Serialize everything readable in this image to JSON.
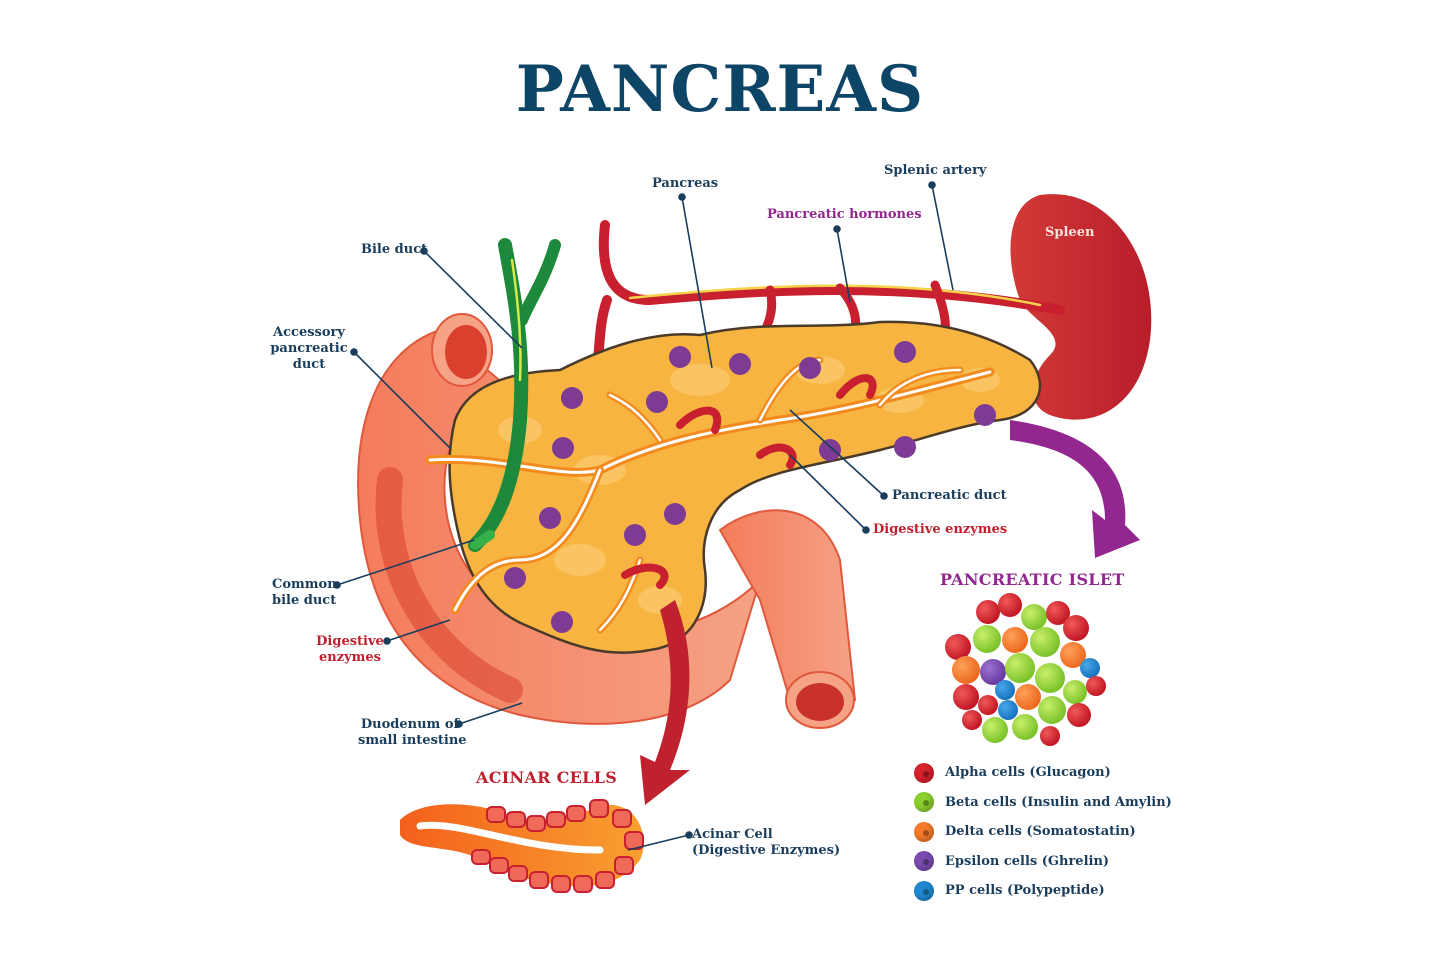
{
  "title": "PANCREAS",
  "labels": {
    "bile_duct": "Bile duct",
    "accessory_pancreatic_duct": [
      "Accessory",
      "pancreatic",
      "duct"
    ],
    "pancreas": "Pancreas",
    "pancreatic_hormones": "Pancreatic hormones",
    "splenic_artery": "Splenic artery",
    "spleen": "Spleen",
    "pancreatic_duct": "Pancreatic duct",
    "digestive_enzymes_right": "Digestive enzymes",
    "common_bile_duct": [
      "Common",
      "bile duct"
    ],
    "digestive_enzymes_left": [
      "Digestive",
      "enzymes"
    ],
    "duodenum": [
      "Duodenum of",
      "small intestine"
    ],
    "acinar_cell": [
      "Acinar Cell",
      "(Digestive Enzymes)"
    ]
  },
  "sections": {
    "pancreatic_islet": "PANCREATIC ISLET",
    "acinar_cells": "ACINAR CELLS"
  },
  "legend": [
    {
      "label": "Alpha cells (Glucagon)",
      "color": "#d7212c"
    },
    {
      "label": "Beta cells (Insulin and Amylin)",
      "color": "#8ccf2e"
    },
    {
      "label": "Delta cells (Somatostatin)",
      "color": "#f47a28"
    },
    {
      "label": "Epsilon cells (Ghrelin)",
      "color": "#7b4bb0"
    },
    {
      "label": "PP cells (Polypeptide)",
      "color": "#1f88d0"
    }
  ],
  "colors": {
    "title": "#0d4566",
    "label_navy": "#1a3d5c",
    "label_red": "#c0212f",
    "label_purple": "#92278f",
    "pancreas_fill": "#f7b440",
    "duodenum": "#f08a6a",
    "bile_duct": "#1c8a3a",
    "artery": "#c8202e",
    "spleen": "#c0222e",
    "islet_cluster": "#7d3b93"
  }
}
